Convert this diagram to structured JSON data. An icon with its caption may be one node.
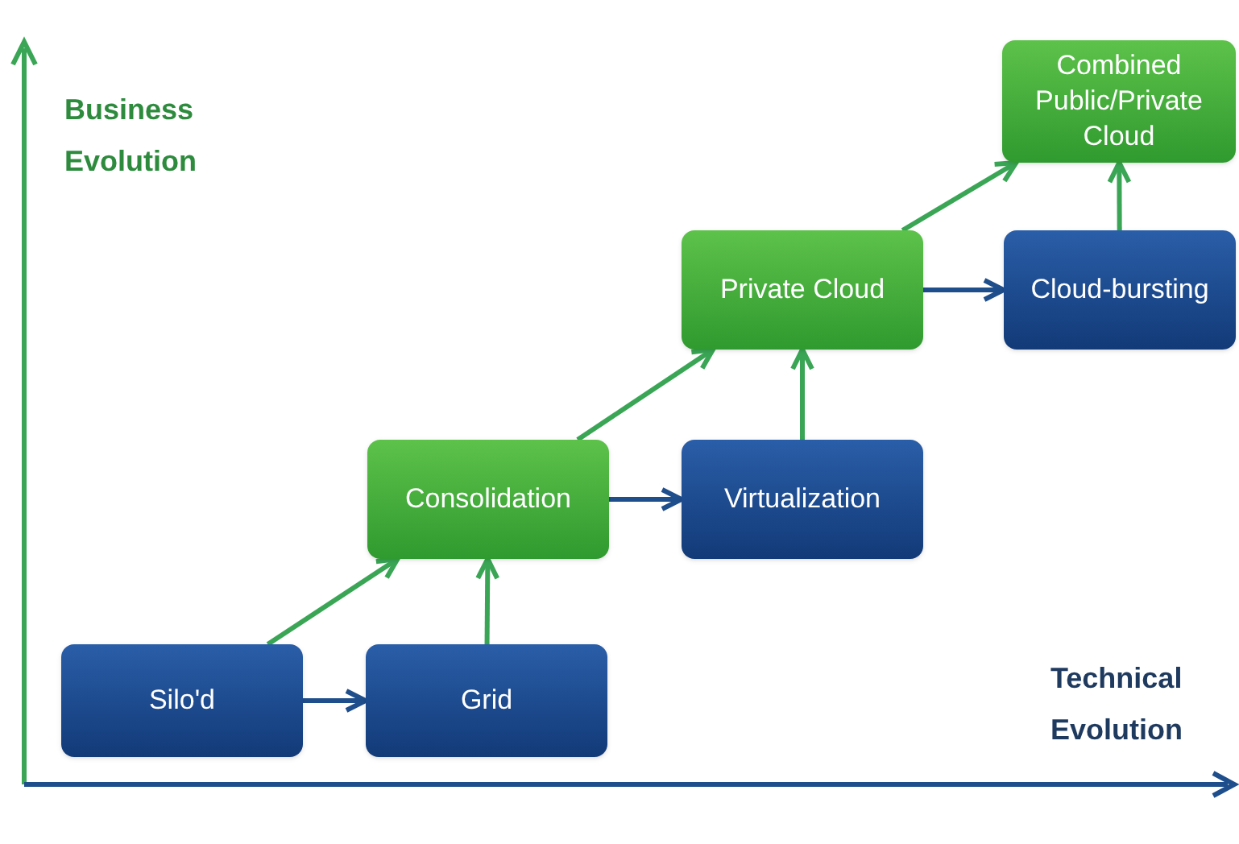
{
  "diagram": {
    "nodes": [
      {
        "text": [
          "Silo'd"
        ]
      },
      {
        "text": [
          "Grid"
        ]
      },
      {
        "text": [
          "Consolidation"
        ]
      },
      {
        "text": [
          "Virtualization"
        ]
      },
      {
        "text": [
          "Private Cloud"
        ]
      },
      {
        "text": [
          "Cloud-bursting"
        ]
      },
      {
        "text": [
          "Combined Public/Private Cloud"
        ]
      }
    ],
    "edges": [
      {
        "from": 0,
        "to": 2,
        "arrow": "to"
      },
      {
        "from": 0,
        "to": 1,
        "arrow": "to",
        "color": "#1f4e8c"
      },
      {
        "from": 1,
        "to": 2,
        "arrow": "to"
      },
      {
        "from": 2,
        "to": 3,
        "arrow": "to",
        "color": "#1f4e8c"
      },
      {
        "from": 2,
        "to": 4,
        "arrow": "to"
      },
      {
        "from": 3,
        "to": 4,
        "arrow": "to"
      },
      {
        "from": 4,
        "to": 5,
        "arrow": "to",
        "color": "#1f4e8c"
      },
      {
        "from": 4,
        "to": 6,
        "arrow": "to"
      },
      {
        "from": 5,
        "to": 6,
        "arrow": "to"
      }
    ],
    "labels": [
      "Business Evolution",
      "Technical Evolution"
    ]
  }
}
